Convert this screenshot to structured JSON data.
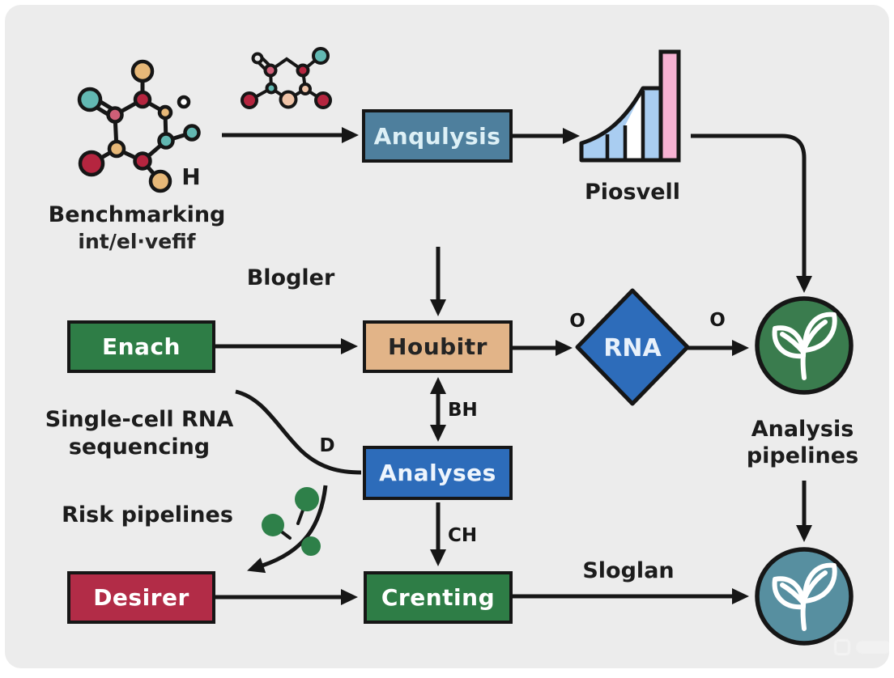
{
  "colors": {
    "canvas_bg": "#ececec",
    "outline": "#161616",
    "anqulysis_steel_blue": "#4e7f9d",
    "node_green": "#2e7d46",
    "node_tan": "#e2b488",
    "node_blue": "#2d6cba",
    "node_crimson": "#b22c47",
    "circle_green": "#3a7c4e",
    "circle_teal": "#578fa0",
    "bar_light_blue": "#a9cdf1",
    "bar_white": "#ffffff",
    "bar_pink": "#f7b2d3",
    "berry_green": "#2e8049",
    "molecule_crimson": "#b5253f",
    "molecule_teal": "#62b8b2",
    "molecule_tan": "#e7b878",
    "molecule_rose": "#cf5f78",
    "molecule_peach": "#f0c4a8"
  },
  "nodes": {
    "anqulysis": "Anqulysis",
    "enach": "Enach",
    "houbitr": "Houbitr",
    "rna": "RNA",
    "analyses": "Analyses",
    "desirer": "Desirer",
    "crenting": "Crenting"
  },
  "labels": {
    "benchmarking": "Benchmarking",
    "benchmarking_sub": "int/el·vefif",
    "h": "H",
    "piosvell": "Piosvell",
    "blogler": "Blogler",
    "single_cell_1": "Single-cell RNA",
    "single_cell_2": "sequencing",
    "risk_pipelines": "Risk pipelines",
    "analysis_pipelines_1": "Analysis",
    "analysis_pipelines_2": "pipelines",
    "sloglan": "Sloglan"
  },
  "edge_labels": {
    "o_left": "O",
    "o_right": "O",
    "bh": "BH",
    "ch": "CH",
    "d": "D"
  },
  "icons": [
    "molecule-icon-large",
    "molecule-icon-small",
    "growth-bar-chart-icon",
    "plant-leaf-icon-green",
    "plant-leaf-icon-teal",
    "berry-branch-icon"
  ]
}
